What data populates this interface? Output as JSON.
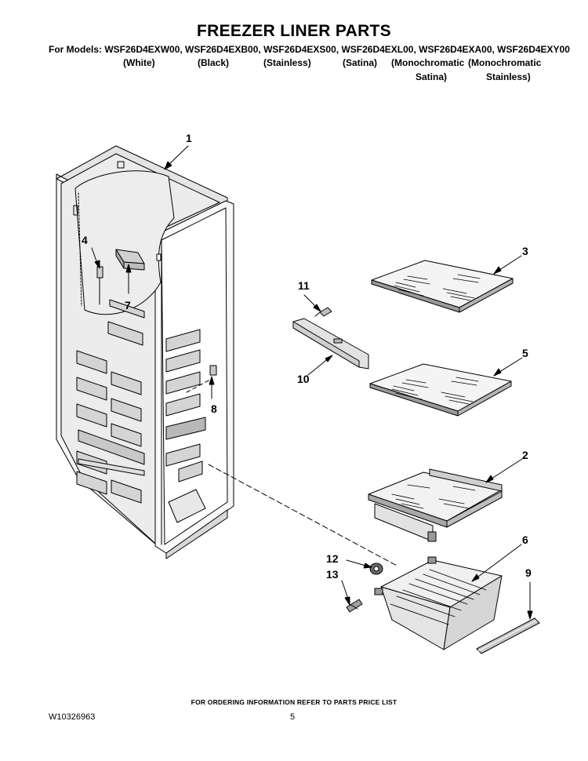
{
  "title": "FREEZER LINER PARTS",
  "models_line": "For Models: WSF26D4EXW00, WSF26D4EXB00, WSF26D4EXS00, WSF26D4EXL00, WSF26D4EXA00, WSF26D4EXY00",
  "variants": {
    "white": "(White)",
    "black": "(Black)",
    "stainless": "(Stainless)",
    "satina": "(Satina)",
    "mono_satina_1": "(Monochromatic",
    "mono_satina_2": "Satina)",
    "mono_stainless_1": "(Monochromatic",
    "mono_stainless_2": "Stainless)"
  },
  "callouts": [
    "1",
    "2",
    "3",
    "4",
    "5",
    "6",
    "7",
    "8",
    "9",
    "10",
    "11",
    "12",
    "13"
  ],
  "footer": {
    "ordering_note": "FOR ORDERING INFORMATION REFER TO PARTS PRICE LIST",
    "doc_number": "W10326963",
    "page_number": "5"
  }
}
